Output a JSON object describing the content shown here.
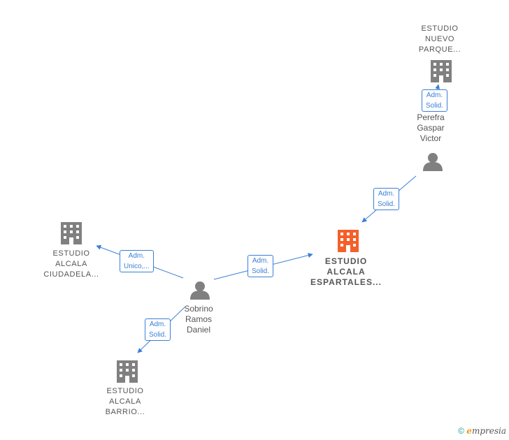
{
  "nodes": {
    "focus": {
      "lines": [
        "ESTUDIO",
        "ALCALA",
        "ESPARTALES..."
      ],
      "color": "#f4602a"
    },
    "nuevo_parque": {
      "lines": [
        "ESTUDIO",
        "NUEVO",
        "PARQUE..."
      ],
      "color": "#808080"
    },
    "ciudadela": {
      "lines": [
        "ESTUDIO",
        "ALCALA",
        "CIUDADELA..."
      ],
      "color": "#808080"
    },
    "barrio": {
      "lines": [
        "ESTUDIO",
        "ALCALA",
        "BARRIO..."
      ],
      "color": "#808080"
    }
  },
  "persons": {
    "perefra": {
      "lines": [
        "Perefra",
        "Gaspar",
        "Victor"
      ],
      "color": "#808080"
    },
    "sobrino": {
      "lines": [
        "Sobrino",
        "Ramos",
        "Daniel"
      ],
      "color": "#808080"
    }
  },
  "edges": {
    "perefra_nuevo": [
      "Adm.",
      "Solid."
    ],
    "perefra_focus": [
      "Adm.",
      "Solid."
    ],
    "sobrino_ciudadela": [
      "Adm.",
      "Unico,..."
    ],
    "sobrino_focus": [
      "Adm.",
      "Solid."
    ],
    "sobrino_barrio": [
      "Adm.",
      "Solid."
    ]
  },
  "edge_color": "#3a7fd5",
  "footer": {
    "copyright": "©",
    "brand_initial": "e",
    "brand_rest": "mpresia"
  }
}
